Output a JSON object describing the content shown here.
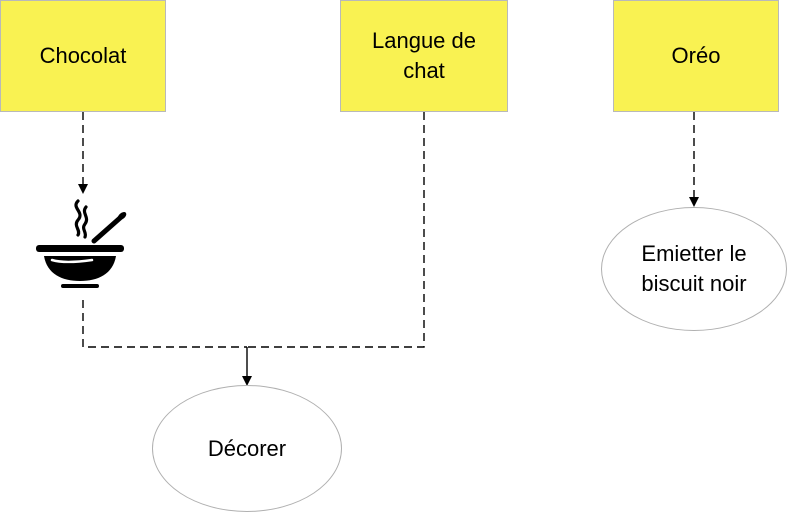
{
  "nodes": {
    "chocolat": {
      "label": "Chocolat"
    },
    "langue_de_chat": {
      "label": "Langue de\nchat"
    },
    "oreo": {
      "label": "Oréo"
    },
    "emietter": {
      "label": "Emietter le\nbiscuit noir"
    },
    "decorer": {
      "label": "Décorer"
    }
  },
  "icons": {
    "melt": "hot-bowl-icon"
  },
  "colors": {
    "box_fill": "#f9f252",
    "box_border": "#b9b9b9",
    "ellipse_border": "#b0b0b0",
    "connector": "#000000"
  }
}
